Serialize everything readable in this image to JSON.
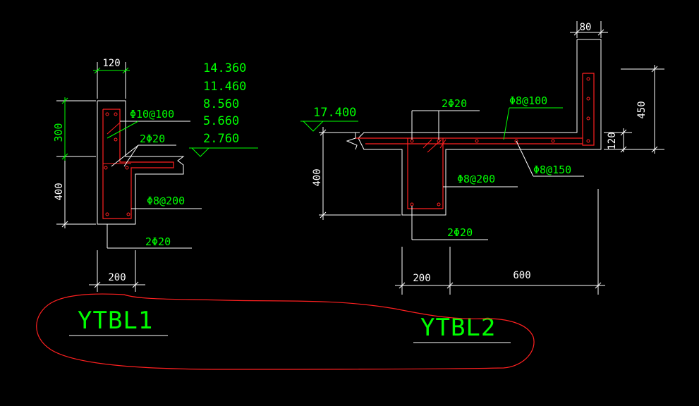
{
  "colors": {
    "background": "#000000",
    "outline": "#ffffff",
    "annotation": "#00ff00",
    "rebar": "#ff2020"
  },
  "ytbl1": {
    "title": "YTBL1",
    "dims": {
      "width_top": "120",
      "height_upper": "300",
      "height_lower": "400",
      "width_bottom": "200"
    },
    "rebar": {
      "stirrup_upper": "Φ10@100",
      "bars_mid": "2Φ20",
      "stirrup_lower": "Φ8@200",
      "bars_bottom": "2Φ20"
    },
    "elevations": [
      "14.360",
      "11.460",
      "8.560",
      "5.660",
      "2.760"
    ]
  },
  "ytbl2": {
    "title": "YTBL2",
    "dims": {
      "width_top": "80",
      "height_upper": "450",
      "height_slab": "120",
      "height_beam": "400",
      "width_beam": "200",
      "width_slab": "600"
    },
    "rebar": {
      "bars_top": "2Φ20",
      "slab_top": "Φ8@100",
      "stirrup": "Φ8@200",
      "slab_bottom": "Φ8@150",
      "bars_bottom": "2Φ20"
    },
    "elevation": "17.400"
  }
}
